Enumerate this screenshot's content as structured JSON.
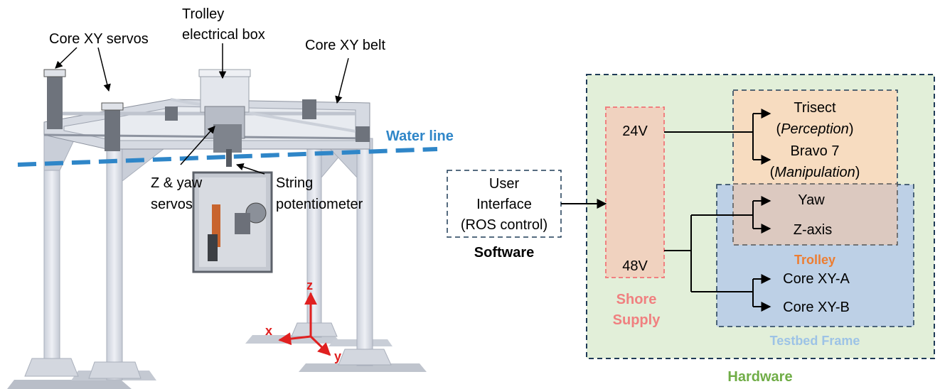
{
  "left_figure": {
    "labels": {
      "core_xy_servos": "Core XY servos",
      "trolley_line1": "Trolley",
      "trolley_line2": "electrical box",
      "core_xy_belt": "Core XY belt",
      "water_line": "Water line",
      "z_yaw_line1": "Z & yaw",
      "z_yaw_line2": "servos",
      "string_line1": "String",
      "string_line2": "potentiometer"
    },
    "axes": {
      "z": "z",
      "x": "x",
      "y": "y"
    },
    "colors": {
      "water_line": "#2f86c8",
      "axes": "#e02020",
      "frame": "#d9dde6",
      "arm": "#c8642e"
    }
  },
  "diagram": {
    "software": {
      "box_line1": "User",
      "box_line2": "Interface",
      "box_line3": "(ROS control)",
      "label": "Software"
    },
    "shore": {
      "v24": "24V",
      "v48": "48V",
      "label_line1": "Shore",
      "label_line2": "Supply"
    },
    "perception": {
      "trisect": "Trisect",
      "trisect_sub_open": "(",
      "trisect_sub": "Perception",
      "trisect_sub_close": ")",
      "bravo": "Bravo 7",
      "bravo_sub_open": "(",
      "bravo_sub": "Manipulation",
      "bravo_sub_close": ")"
    },
    "trolley": {
      "yaw": "Yaw",
      "zaxis": "Z-axis",
      "label": "Trolley"
    },
    "frame": {
      "core_a": "Core XY-A",
      "core_b": "Core XY-B",
      "label": "Testbed Frame"
    },
    "hardware_label": "Hardware",
    "colors": {
      "hardware_fill": "#e2efd9",
      "hardware_label": "#70ad47",
      "shore_fill": "#f0d2bf",
      "shore_border": "#f08080",
      "perception_fill": "#f7dcc0",
      "trolley_fill": "#dcc9c0",
      "trolley_label": "#ed7d31",
      "frame_fill": "#bdd0e6",
      "frame_label": "#9dc3e6",
      "dash_border": "#1f3b57"
    }
  }
}
